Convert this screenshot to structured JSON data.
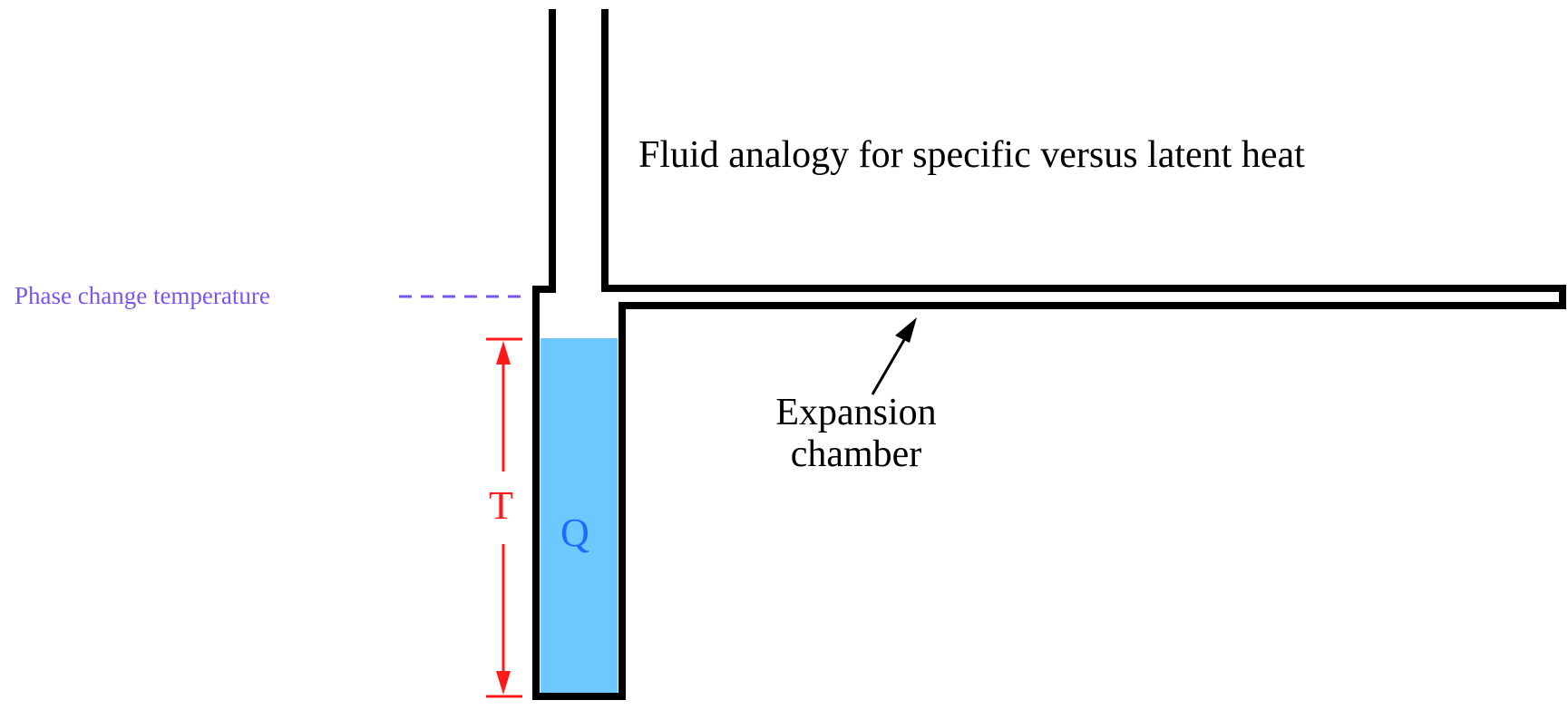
{
  "title": "Fluid analogy for specific versus latent heat",
  "labels": {
    "phase_change": "Phase change temperature",
    "expansion_line1": "Expansion",
    "expansion_line2": "chamber",
    "temperature": "T",
    "heat": "Q"
  },
  "colors": {
    "background": "#ffffff",
    "wall": "#000000",
    "fluid": "#6cc8ff",
    "temperature": "#ff1a1a",
    "heat": "#1a6cff",
    "phase_change": "#7b55f0",
    "title": "#000000"
  }
}
